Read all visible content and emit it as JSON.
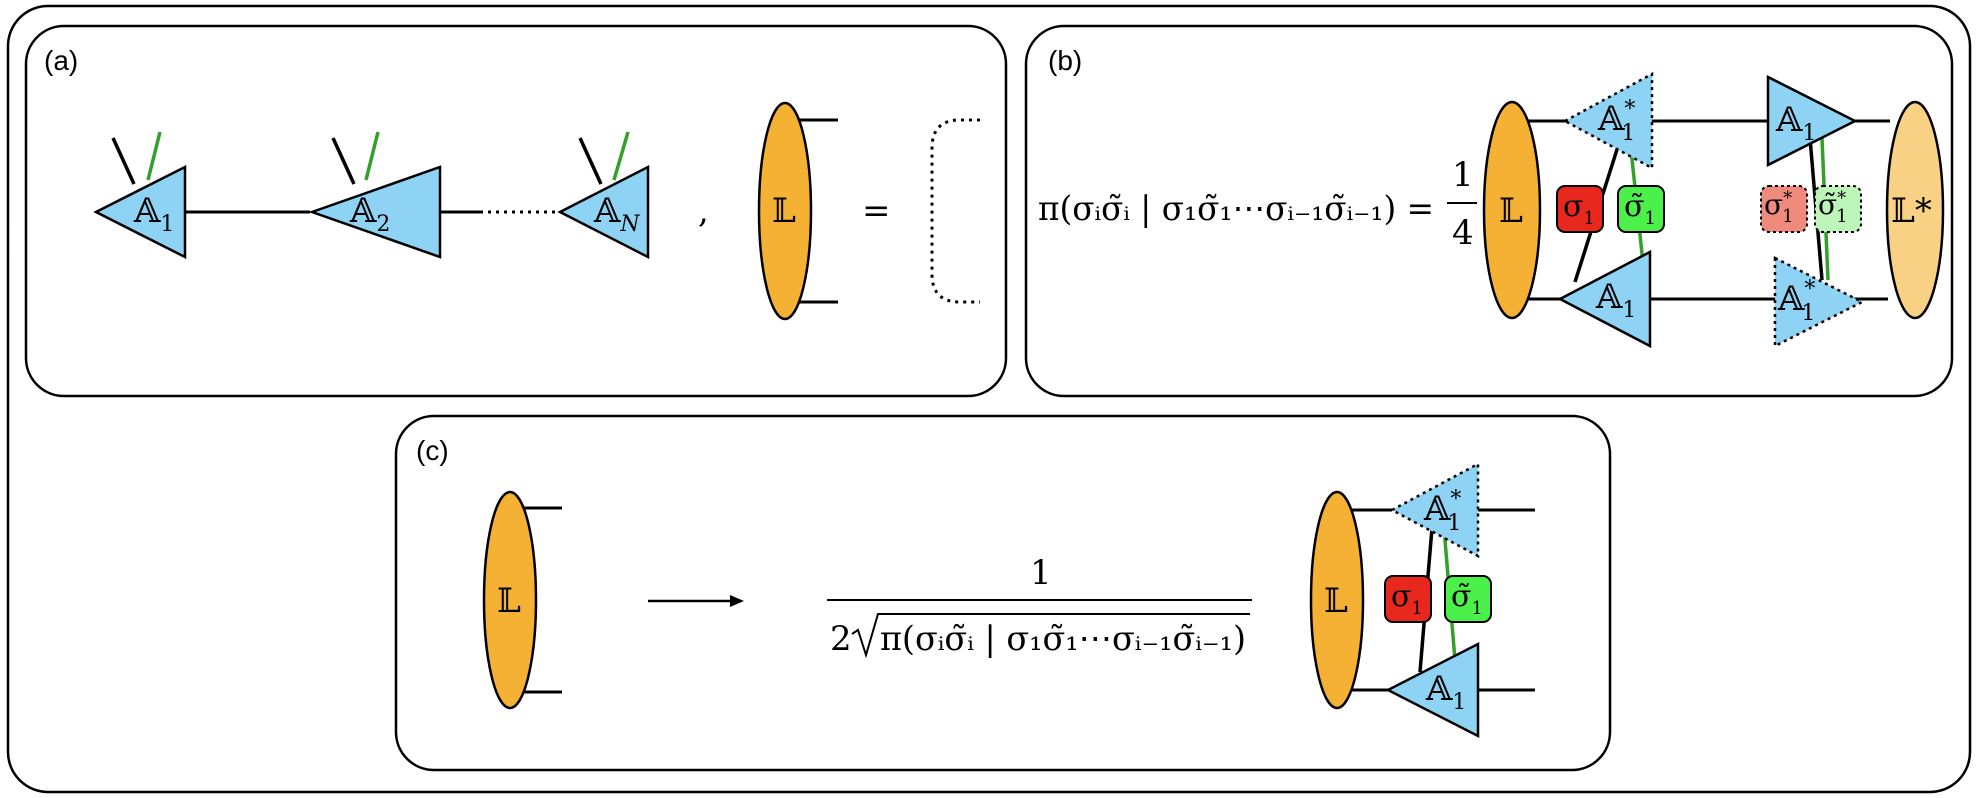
{
  "panels": {
    "a": {
      "label": "(a)"
    },
    "b": {
      "label": "(b)"
    },
    "c": {
      "label": "(c)"
    }
  },
  "tensors": {
    "A": "𝔸",
    "L": "𝕃",
    "L_conj": "𝕃*",
    "sub_1": "1",
    "sub_2": "2",
    "sub_N": "N",
    "star": "*"
  },
  "panel_a": {
    "comma": ",",
    "equals": "="
  },
  "panel_b": {
    "lhs": "π(σᵢσ̃ᵢ | σ₁σ̃₁⋯σᵢ₋₁σ̃ᵢ₋₁) =",
    "frac_num": "1",
    "frac_den": "4",
    "sigma": "σ",
    "sigma_tilde": "σ̃",
    "sigma_sub": "1"
  },
  "panel_c": {
    "frac_num": "1",
    "frac_den_pre": "2",
    "frac_den_rad": "π(σᵢσ̃ᵢ | σ₁σ̃₁⋯σᵢ₋₁σ̃ᵢ₋₁)"
  },
  "colors": {
    "tensor_fill": "#8fd3f4",
    "tensor_stroke": "#000000",
    "env_fill": "#f5b133",
    "env_conj_fill": "#f8d185",
    "sigma_red": "#e8281c",
    "sigma_red_conj": "#ee8b7c",
    "sigma_green": "#4cf04a",
    "sigma_green_conj": "#bdf5b8",
    "physical_leg": "#33a02c",
    "frame_stroke": "#000000"
  }
}
